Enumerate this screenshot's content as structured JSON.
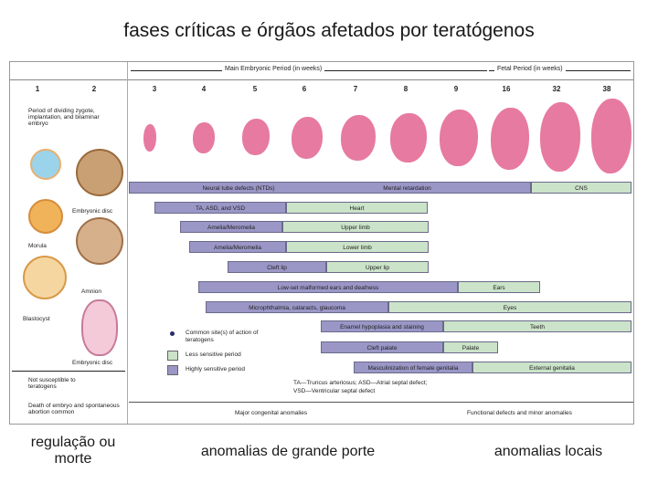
{
  "title": "fases críticas e órgãos afetados por teratógenos",
  "header": {
    "embryonic_label": "Main Embryonic Period (in weeks)",
    "fetal_label": "Fetal Period (in weeks)"
  },
  "weeks": [
    "1",
    "2",
    "3",
    "4",
    "5",
    "6",
    "7",
    "8",
    "9",
    "16",
    "32",
    "38"
  ],
  "left_column": {
    "period_text": "Period of dividing zygote, implantation, and bilaminar embryo",
    "embryonic_disc": "Embryonic disc",
    "morula": "Morula",
    "amnion": "Amnion",
    "blastocyst": "Blastocyst",
    "embryonic_disc_2": "Embryonic disc",
    "not_susceptible": "Not susceptible to teratogens",
    "death_text": "Death of embryo and spontaneous abortion common"
  },
  "bars": [
    {
      "label": "Neural tube defects (NTDs)",
      "sensitivity": "high"
    },
    {
      "label": "Mental retardation",
      "sensitivity": "high"
    },
    {
      "label": "CNS",
      "sensitivity": "low"
    },
    {
      "label": "TA, ASD, and VSD",
      "sensitivity": "high"
    },
    {
      "label": "Heart",
      "sensitivity": "low"
    },
    {
      "label": "Amelia/Meromelia",
      "sensitivity": "high"
    },
    {
      "label": "Upper limb",
      "sensitivity": "low"
    },
    {
      "label": "Amelia/Meromelia",
      "sensitivity": "high"
    },
    {
      "label": "Lower limb",
      "sensitivity": "low"
    },
    {
      "label": "Cleft lip",
      "sensitivity": "high"
    },
    {
      "label": "Upper lip",
      "sensitivity": "low"
    },
    {
      "label": "Low-set malformed ears and deafness",
      "sensitivity": "high"
    },
    {
      "label": "Ears",
      "sensitivity": "low"
    },
    {
      "label": "Microphthalmia, cataracts, glaucoma",
      "sensitivity": "high"
    },
    {
      "label": "Eyes",
      "sensitivity": "low"
    },
    {
      "label": "Enamel hypoplasia and staining",
      "sensitivity": "high"
    },
    {
      "label": "Teeth",
      "sensitivity": "low"
    },
    {
      "label": "Cleft palate",
      "sensitivity": "high"
    },
    {
      "label": "Palate",
      "sensitivity": "low"
    },
    {
      "label": "Masculinization of female genitalia",
      "sensitivity": "high"
    },
    {
      "label": "External genitalia",
      "sensitivity": "low"
    }
  ],
  "legend": {
    "dot": "Common site(s) of action of teratogens",
    "low": "Less sensitive period",
    "high": "Highly sensitive period"
  },
  "abbrev_note_1": "TA—Truncus arteriosus; ASD—Atrial septal defect;",
  "abbrev_note_2": "VSD—Ventricular septal defect",
  "bottom_labels": {
    "major": "Major congenital anomalies",
    "functional": "Functional defects and minor anomalies"
  },
  "captions": {
    "left": "regulação ou morte",
    "middle": "anomalias de grande porte",
    "right": "anomalias locais"
  },
  "colors": {
    "high": "#9a97c7",
    "low": "#cbe3c9",
    "embryo": "#e77aa0"
  }
}
